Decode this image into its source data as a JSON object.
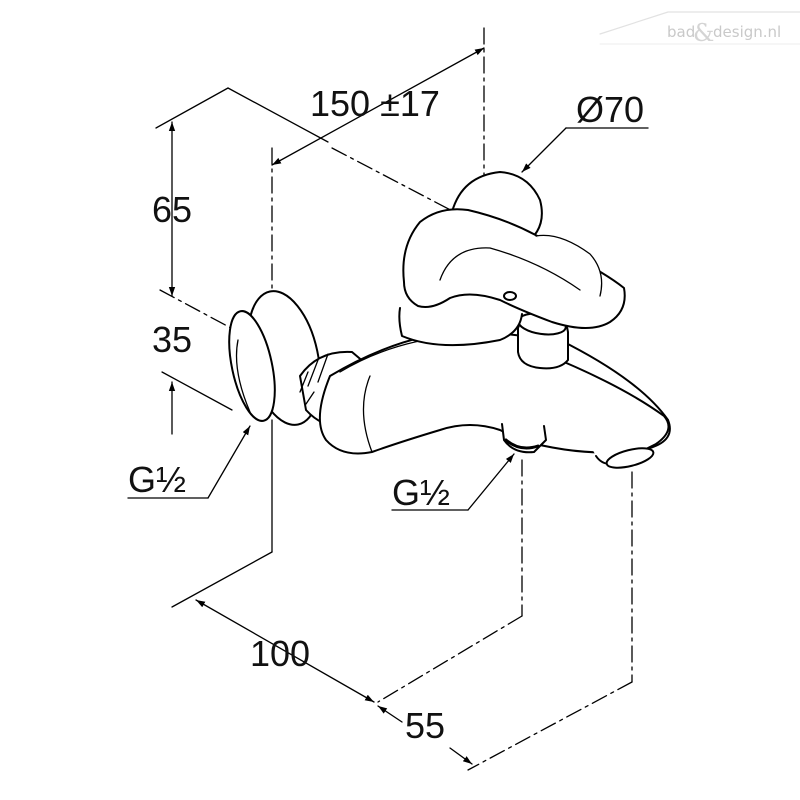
{
  "watermark": {
    "left": "bad",
    "amp": "&",
    "right": "design.nl"
  },
  "dimensions": {
    "width_range": "150 ±17",
    "rosette_diameter": "Ø70",
    "height_upper": "65",
    "height_lower": "35",
    "inlet_thread": "G½",
    "outlet_thread": "G½",
    "depth_body": "100",
    "depth_spout": "55"
  }
}
